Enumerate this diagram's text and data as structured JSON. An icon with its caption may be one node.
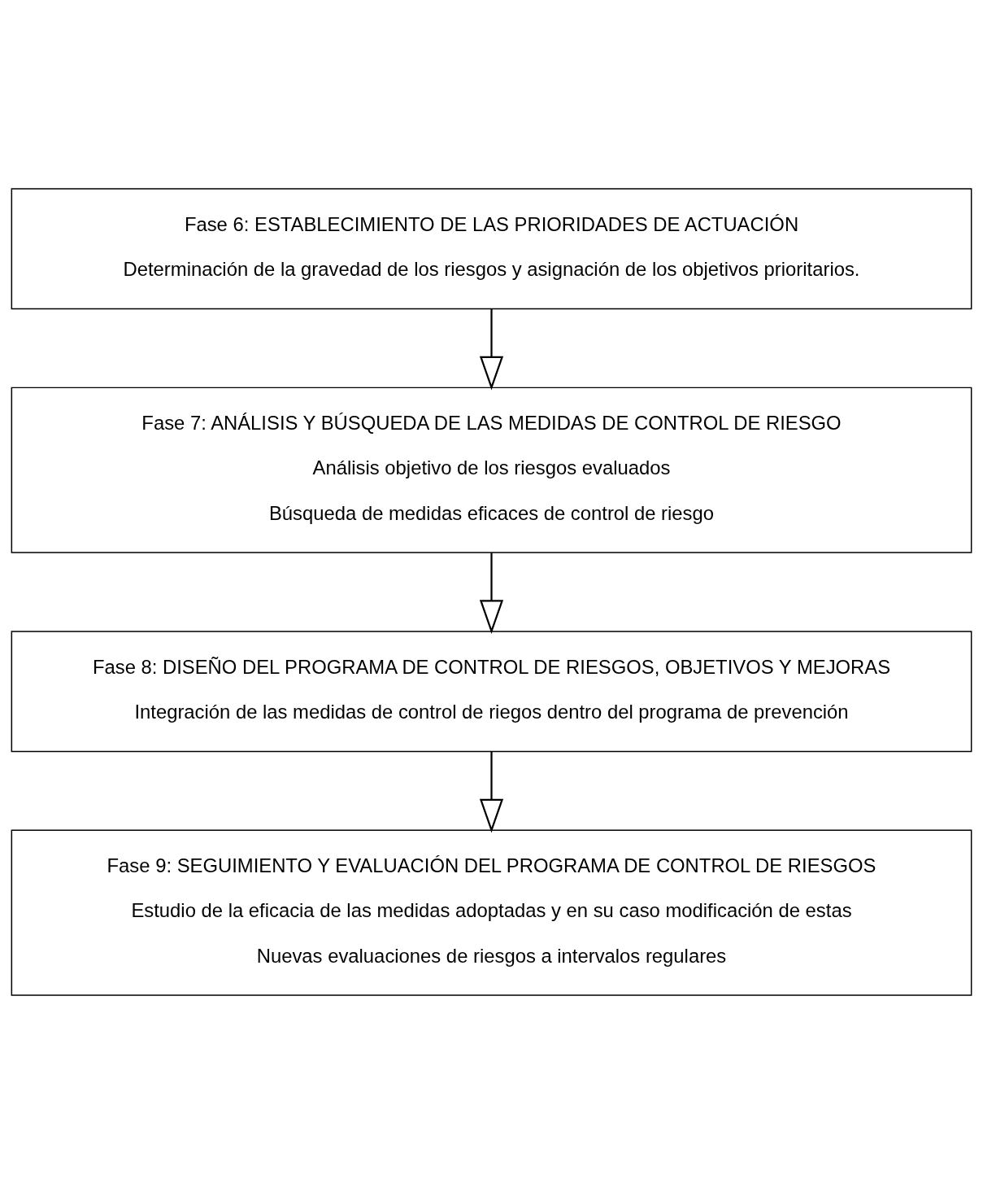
{
  "diagram": {
    "nodes": [
      {
        "text": [
          "Fase 6: ESTABLECIMIENTO DE LAS PRIORIDADES DE ACTUACIÓN",
          "Determinación de la gravedad de los riesgos y asignación de los objetivos prioritarios."
        ]
      },
      {
        "text": [
          "Fase 7: ANÁLISIS Y BÚSQUEDA DE LAS MEDIDAS DE CONTROL DE RIESGO",
          "Análisis objetivo de los riesgos evaluados",
          "Búsqueda de medidas eficaces de control de riesgo"
        ]
      },
      {
        "text": [
          "Fase 8: DISEÑO DEL PROGRAMA DE CONTROL DE RIESGOS, OBJETIVOS Y MEJORAS",
          "Integración de las medidas de control de riegos dentro del programa de prevención"
        ]
      },
      {
        "text": [
          "Fase 9: SEGUIMIENTO Y EVALUACIÓN DEL PROGRAMA DE CONTROL DE RIESGOS",
          "Estudio de la eficacia de las medidas adoptadas y en su caso modificación de estas",
          "Nuevas evaluaciones de riesgos a intervalos regulares"
        ]
      }
    ],
    "edges": [
      {
        "from": 0,
        "to": 1,
        "arrow": "to"
      },
      {
        "from": 1,
        "to": 2,
        "arrow": "to"
      },
      {
        "from": 2,
        "to": 3,
        "arrow": "to"
      }
    ]
  }
}
